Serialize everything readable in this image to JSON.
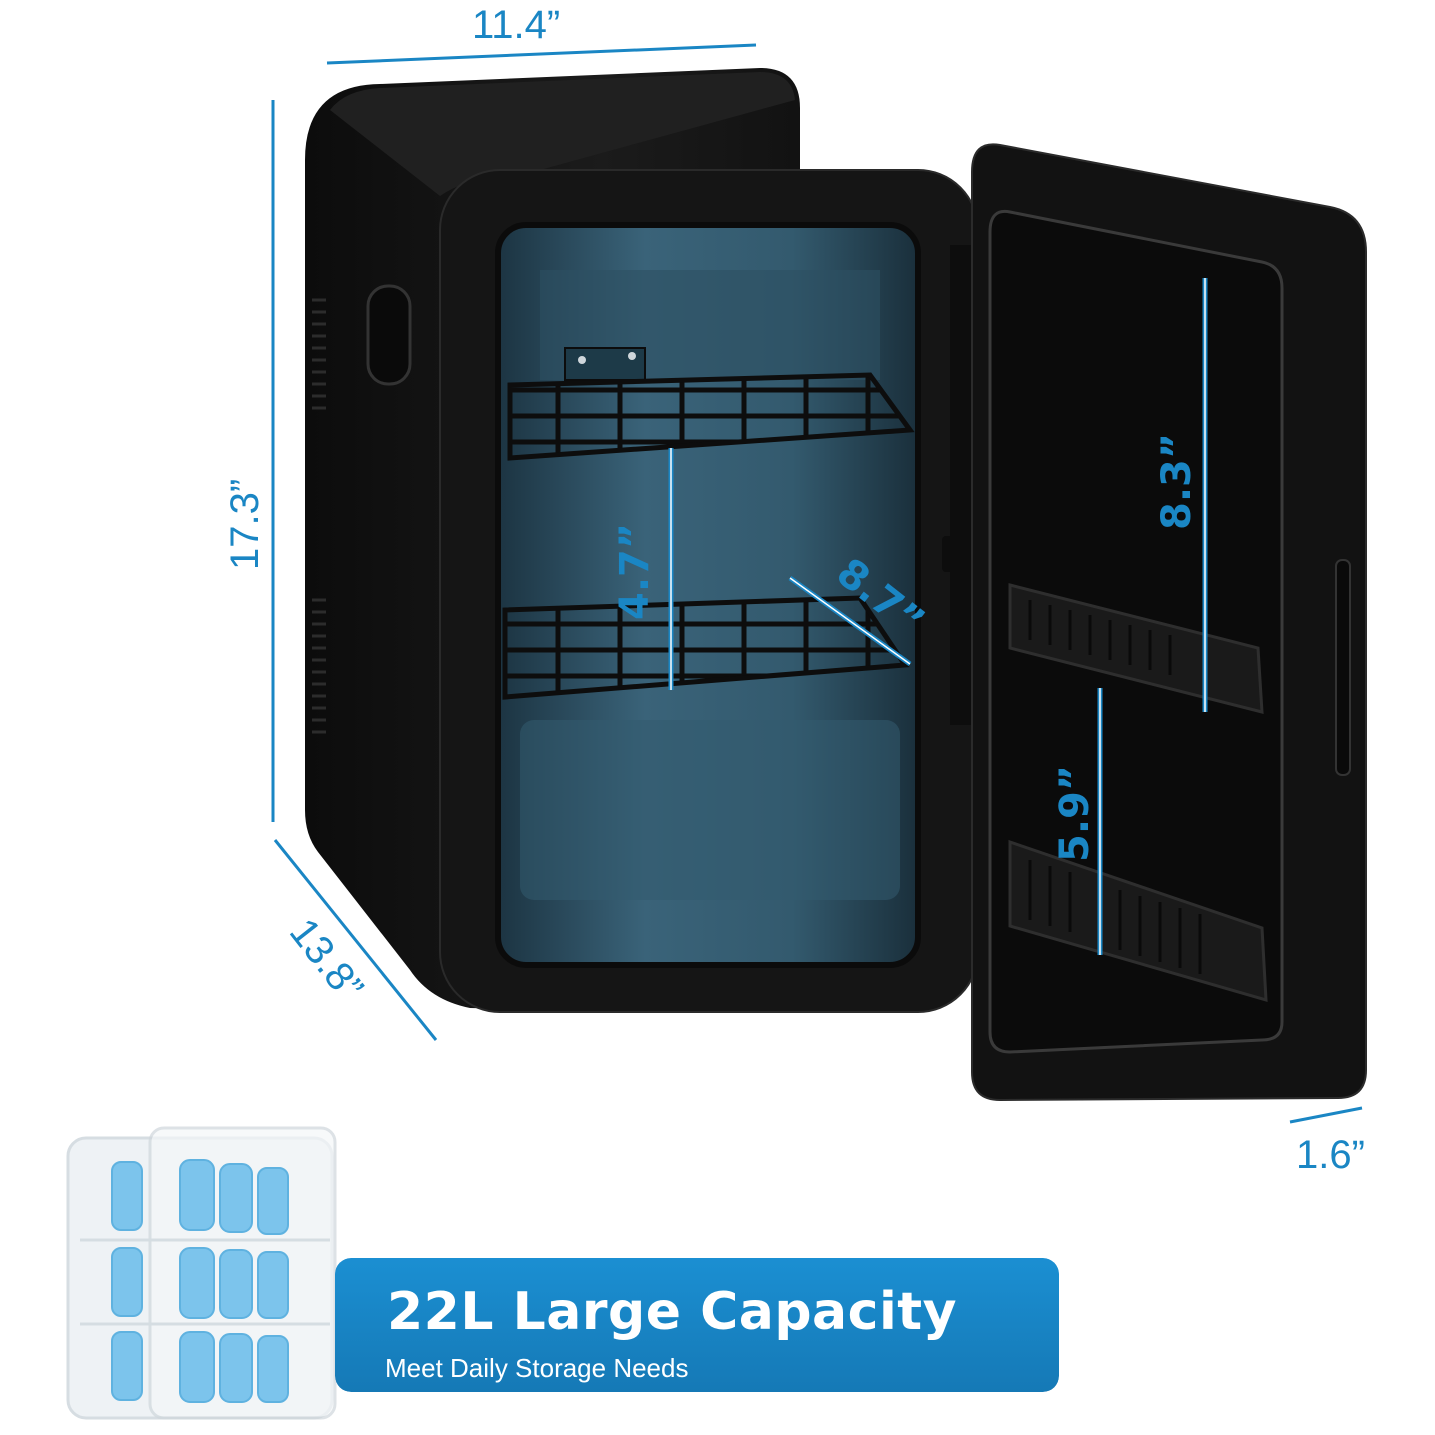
{
  "dimensions": {
    "width": "11.4”",
    "height": "17.3”",
    "depth": "13.8”",
    "door_depth": "1.6”",
    "shelf_spacing": "4.7”",
    "shelf_depth": "8.7”",
    "door_upper": "8.3”",
    "door_lower": "5.9”"
  },
  "banner": {
    "title": "22L Large Capacity",
    "subtitle": "Meet Daily Storage Needs",
    "color": "#1a86c4"
  },
  "colors": {
    "accent": "#1a86c4",
    "body": "#141414",
    "interior": "#2f5468",
    "cans": "#7cc4ec"
  }
}
